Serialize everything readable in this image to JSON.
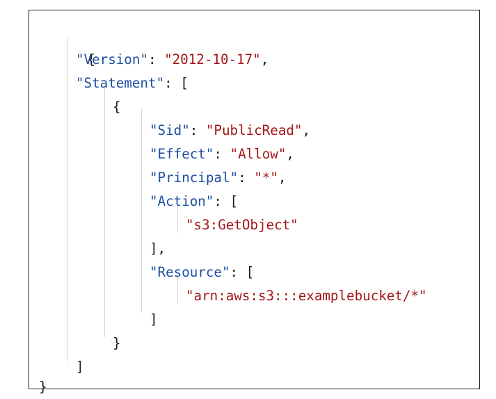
{
  "editor": {
    "open_brace": "{",
    "close_brace": "}",
    "version_key": "\"Version\"",
    "version_value": "\"2012-10-17\"",
    "statement_key": "\"Statement\"",
    "statement_open": "[",
    "statement_close": "]",
    "stmt_open_brace": "{",
    "stmt_close_brace": "}",
    "sid_key": "\"Sid\"",
    "sid_value": "\"PublicRead\"",
    "effect_key": "\"Effect\"",
    "effect_value": "\"Allow\"",
    "principal_key": "\"Principal\"",
    "principal_value": "\"*\"",
    "action_key": "\"Action\"",
    "action_open": "[",
    "action_item": "\"s3:GetObject\"",
    "action_close": "],",
    "resource_key": "\"Resource\"",
    "resource_open": "[",
    "resource_item": "\"arn:aws:s3:::examplebucket/*\"",
    "resource_close": "]"
  },
  "colors": {
    "key": "#1f4fa3",
    "string": "#a31515",
    "punctuation": "#1a1a1a",
    "guide": "#d6d6d6"
  }
}
